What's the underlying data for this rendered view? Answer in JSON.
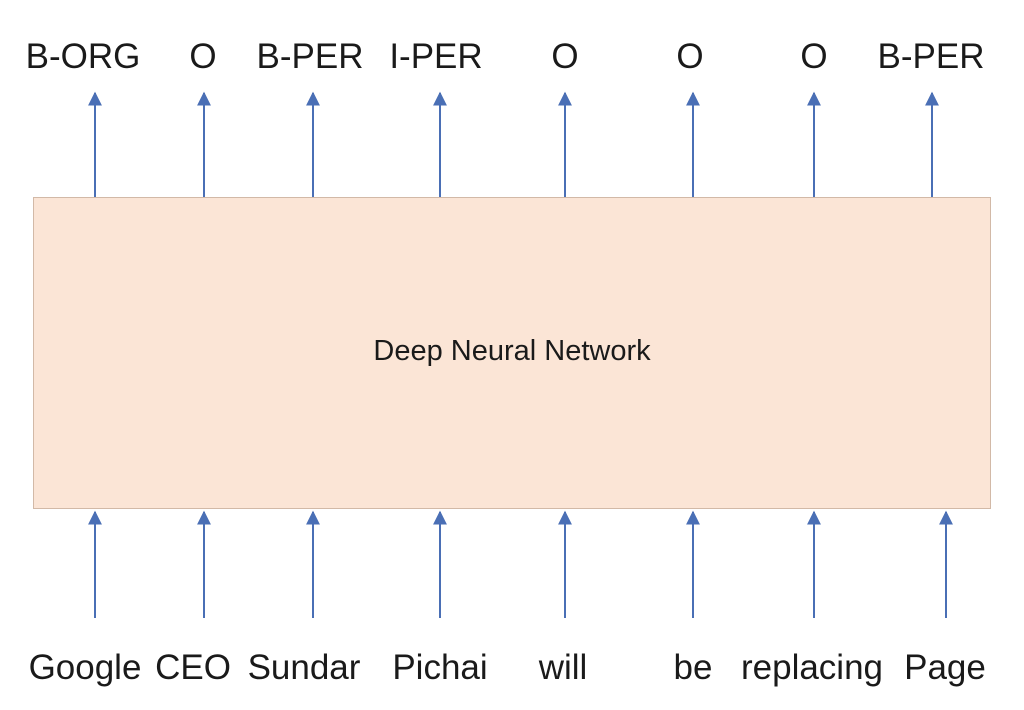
{
  "network": {
    "label": "Deep Neural Network",
    "fill_color": "#fbe5d6",
    "border_color": "#d2b9a7"
  },
  "arrow_color": "#4a6fb5",
  "output_tags": [
    "B-ORG",
    "O",
    "B-PER",
    "I-PER",
    "O",
    "O",
    "O",
    "B-PER"
  ],
  "input_words": [
    "Google",
    "CEO",
    "Sundar",
    "Pichai",
    "will",
    "be",
    "replacing",
    "Page"
  ]
}
